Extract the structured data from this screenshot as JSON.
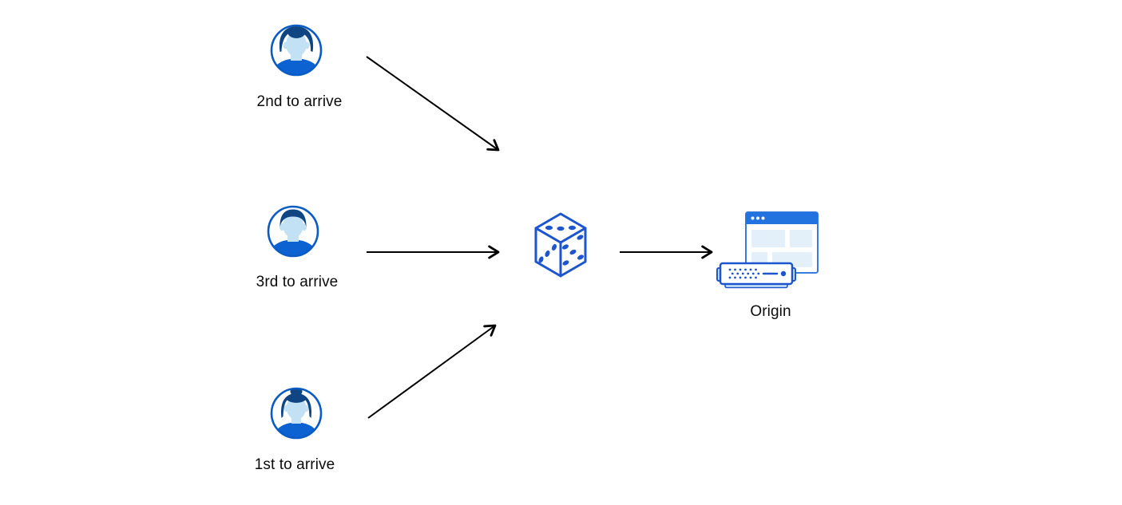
{
  "diagram": {
    "type": "load-balancing-random-steering",
    "clients": [
      {
        "id": "second",
        "label": "2nd to arrive",
        "icon": "user-man-swept-hair-icon"
      },
      {
        "id": "third",
        "label": "3rd to arrive",
        "icon": "user-man-short-hair-icon"
      },
      {
        "id": "first",
        "label": "1st to arrive",
        "icon": "user-woman-bun-icon"
      }
    ],
    "router": {
      "icon": "dice-icon"
    },
    "origin": {
      "label": "Origin",
      "icon": "origin-server-window-icon"
    },
    "edges": [
      {
        "from": "client-second-to-arrive",
        "to": "dice-router"
      },
      {
        "from": "client-third-to-arrive",
        "to": "dice-router"
      },
      {
        "from": "client-first-to-arrive",
        "to": "dice-router"
      },
      {
        "from": "dice-router",
        "to": "origin"
      }
    ],
    "colors": {
      "background": "#ffffff",
      "arrow": "#000000",
      "label_text": "#0b0b0b",
      "avatar_ring": "#0a5bc4",
      "avatar_hair": "#0f4583",
      "avatar_skin": "#c3e1f4",
      "avatar_shirt": "#0b62d0",
      "dice_blue": "#1c55ce",
      "window_titlebar": "#2272e0",
      "window_border": "#3b7bde",
      "window_panel": "#e4f0f9",
      "server_accent": "#cfe6f8"
    }
  }
}
